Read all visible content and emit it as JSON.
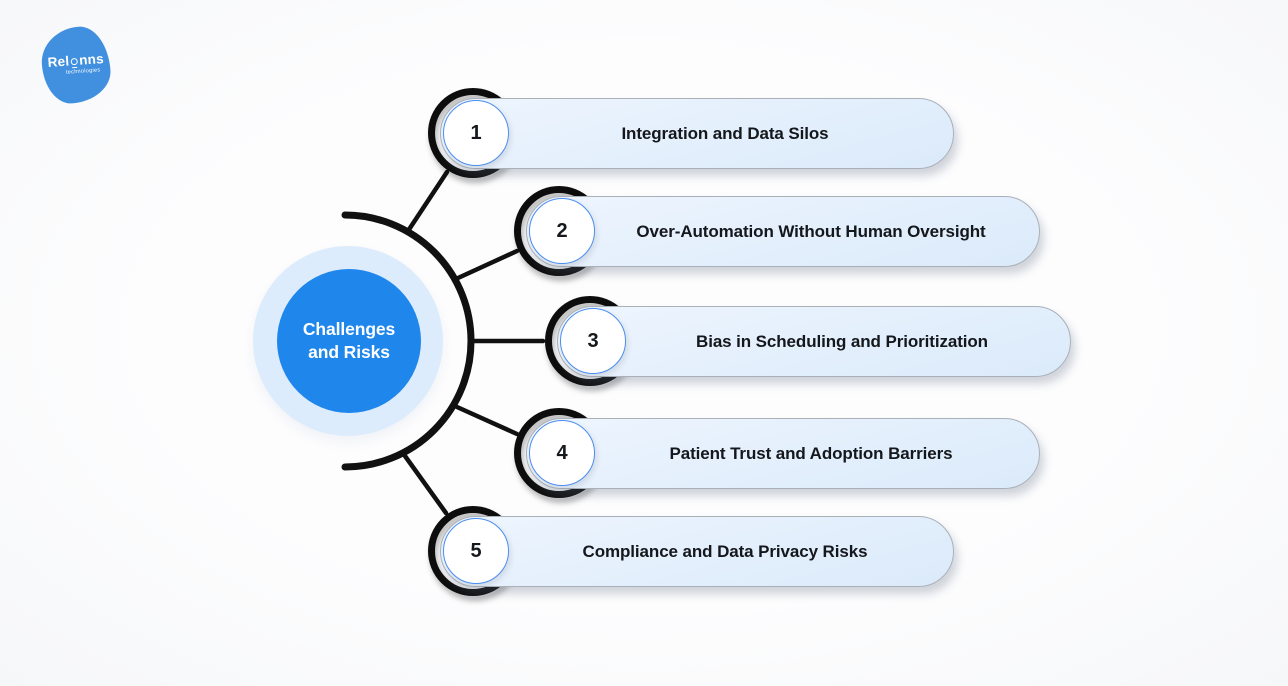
{
  "logo": {
    "brand_prefix": "Rel",
    "brand_suffix": "nns",
    "tagline": "technologies",
    "icon": "lightbulb-icon"
  },
  "center": {
    "label": "Challenges and Risks"
  },
  "items": [
    {
      "number": "1",
      "label": "Integration and Data Silos"
    },
    {
      "number": "2",
      "label": "Over-Automation Without Human Oversight"
    },
    {
      "number": "3",
      "label": "Bias in Scheduling and Prioritization"
    },
    {
      "number": "4",
      "label": "Patient Trust and Adoption Barriers"
    },
    {
      "number": "5",
      "label": "Compliance and Data Privacy Risks"
    }
  ],
  "colors": {
    "accent": "#1f86ec",
    "pale": "#ddecfc",
    "pill": "#e3effc",
    "pill-border": "#a9b0b8",
    "circle-border": "#4b8ef0",
    "ink": "#14171b",
    "line": "#111111",
    "logo": "#4090df"
  }
}
